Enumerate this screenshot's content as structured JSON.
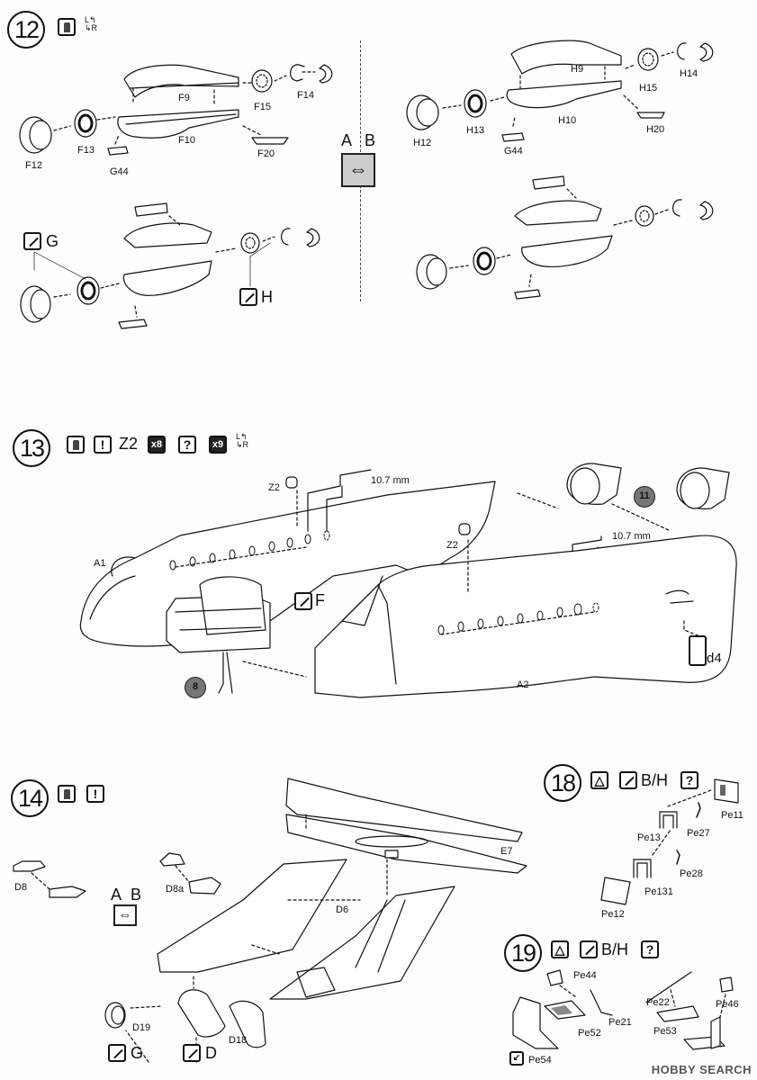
{
  "steps": {
    "s12": {
      "num": "12"
    },
    "s13": {
      "num": "13",
      "z2": "Z2",
      "x8": "x8",
      "x9": "x9"
    },
    "s14": {
      "num": "14"
    },
    "s18": {
      "num": "18",
      "bh": "B/H"
    },
    "s19": {
      "num": "19",
      "bh": "B/H"
    }
  },
  "variants": {
    "a": "A",
    "b": "B"
  },
  "paint_codes": {
    "g": "G",
    "h": "H",
    "f": "F",
    "d": "D",
    "d4": "d4"
  },
  "reference_circles": {
    "c8": "8",
    "c11": "11"
  },
  "measurements": {
    "m1": "10.7 mm",
    "m2": "10.7 mm"
  },
  "parts": {
    "F9": "F9",
    "F10": "F10",
    "F12": "F12",
    "F13": "F13",
    "F14": "F14",
    "F15": "F15",
    "F20": "F20",
    "G44a": "G44",
    "H9": "H9",
    "H10": "H10",
    "H12": "H12",
    "H13": "H13",
    "H14": "H14",
    "H15": "H15",
    "H20": "H20",
    "G44b": "G44",
    "Z2a": "Z2",
    "Z2b": "Z2",
    "A1": "A1",
    "A2": "A2",
    "E7": "E7",
    "D6": "D6",
    "D8": "D8",
    "D8a": "D8a",
    "D18": "D18",
    "D19": "D19",
    "Pe11": "Pe11",
    "Pe12": "Pe12",
    "Pe13": "Pe13",
    "Pe27": "Pe27",
    "Pe28": "Pe28",
    "Pe131": "Pe131",
    "Pe44": "Pe44",
    "Pe21": "Pe21",
    "Pe22": "Pe22",
    "Pe46": "Pe46",
    "Pe52": "Pe52",
    "Pe53": "Pe53",
    "Pe54": "Pe54"
  },
  "watermark": "HOBBY SEARCH"
}
